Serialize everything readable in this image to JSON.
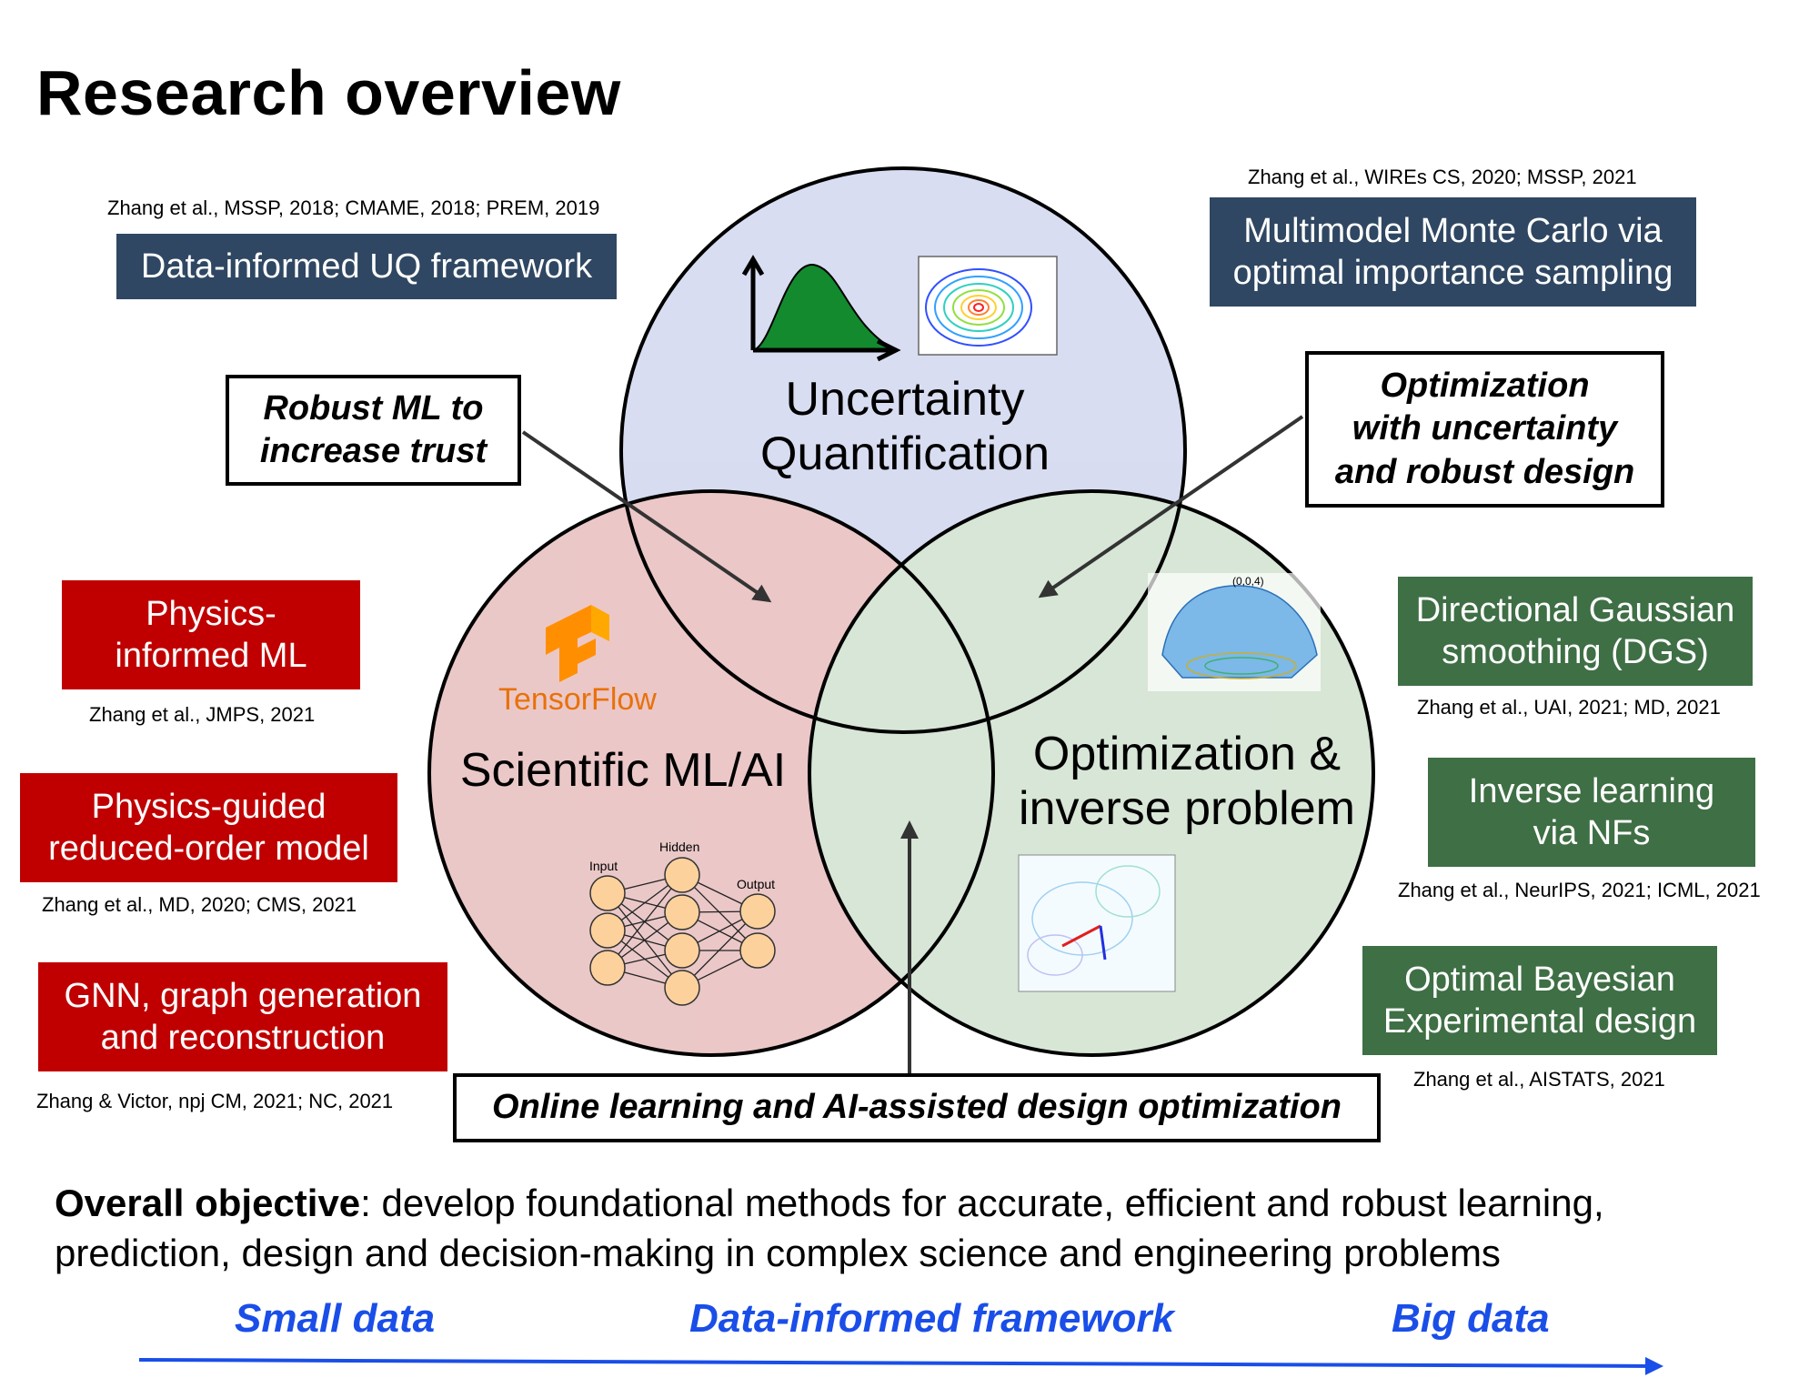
{
  "title": "Research overview",
  "circles": {
    "top": "Uncertainty\nQuantification",
    "left": "Scientific ML/AI",
    "right": "Optimization &\ninverse problem"
  },
  "callouts": {
    "robust_ml": "Robust ML to\nincrease trust",
    "optimization_uncertainty": "Optimization\nwith uncertainty\nand robust design",
    "online_learning": "Online learning and AI-assisted design optimization"
  },
  "boxes": {
    "data_uq": "Data-informed UQ framework",
    "multimodel": "Multimodel Monte Carlo via\noptimal importance sampling",
    "physics_ml": "Physics-\ninformed ML",
    "physics_rom": "Physics-guided\nreduced-order model",
    "gnn": "GNN, graph generation\nand reconstruction",
    "dgs": "Directional Gaussian\nsmoothing (DGS)",
    "inverse_nf": "Inverse learning\nvia NFs",
    "bayesian": "Optimal Bayesian\nExperimental design"
  },
  "refs": {
    "data_uq": "Zhang et al., MSSP, 2018; CMAME, 2018; PREM, 2019",
    "multimodel": "Zhang et al., WIREs CS, 2020; MSSP, 2021",
    "physics_ml": "Zhang et al., JMPS, 2021",
    "physics_rom": "Zhang et al., MD, 2020; CMS, 2021",
    "gnn": "Zhang & Victor, npj CM, 2021; NC, 2021",
    "dgs": "Zhang et al., UAI, 2021; MD, 2021",
    "inverse_nf": "Zhang et al., NeurIPS, 2021; ICML, 2021",
    "bayesian": "Zhang et al., AISTATS, 2021"
  },
  "objective": {
    "bold": "Overall objective",
    "text": ": develop foundational methods for accurate, efficient and robust learning, prediction, design and decision-making in complex science and engineering problems"
  },
  "scale": {
    "left": "Small data",
    "center": "Data-informed framework",
    "right": "Big data"
  },
  "nn_labels": {
    "input": "Input",
    "hidden": "Hidden",
    "output": "Output"
  },
  "tensorflow_label": "TensorFlow",
  "surface_label": "(0,0,4)",
  "colors": {
    "uq_circle": "#d5d9f0",
    "ml_circle": "#ebc6c6",
    "opt_circle": "#d6e4d4",
    "navy": "#2f4762",
    "red": "#c00000",
    "green": "#3f6f45",
    "scale_blue": "#1a4ee8",
    "pdf_green": "#138a2e"
  }
}
